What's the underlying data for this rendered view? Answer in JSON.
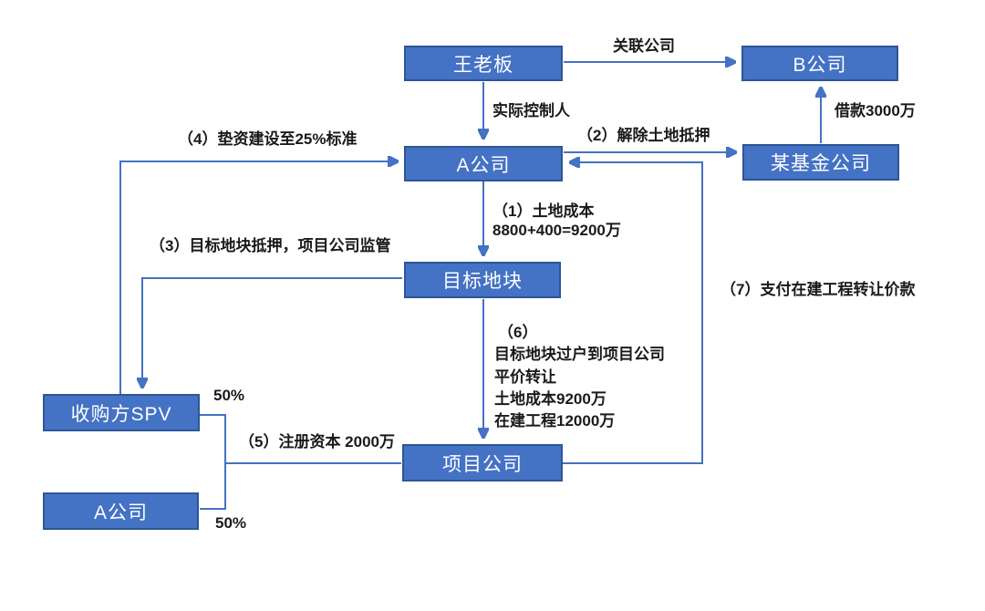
{
  "colors": {
    "node_fill": "#4472C4",
    "node_border": "#2E5597",
    "node_text": "#FFFFFF",
    "connector": "#4472C4",
    "label_text": "#1A1A1A"
  },
  "nodes": {
    "wang_boss": {
      "label": "王老板"
    },
    "company_b": {
      "label": "B公司"
    },
    "company_a": {
      "label": "A公司"
    },
    "fund_company": {
      "label": "某基金公司"
    },
    "target_land": {
      "label": "目标地块"
    },
    "acquirer_spv": {
      "label": "收购方SPV"
    },
    "company_a_bottom": {
      "label": "A公司"
    },
    "project_company": {
      "label": "项目公司"
    }
  },
  "edges": {
    "affiliate_company": {
      "label": "关联公司"
    },
    "actual_controller": {
      "label": "实际控制人"
    },
    "loan_3000": {
      "label": "借款3000万"
    },
    "step1_land_cost": {
      "line1": "（1）土地成本",
      "line2": "8800+400=9200万"
    },
    "step2_release_mortgage": {
      "label": "（2）解除土地抵押"
    },
    "step3_mortgage_supervision": {
      "label": "（3）目标地块抵押，项目公司监管"
    },
    "step4_advance_construction": {
      "label": "（4）垫资建设至25%标准"
    },
    "step5_registered_capital": {
      "label": "（5）注册资本 2000万"
    },
    "step6_transfer": {
      "lines": [
        "（6）",
        "目标地块过户到项目公司",
        "平价转让",
        "土地成本9200万",
        "在建工程12000万"
      ]
    },
    "step7_payment": {
      "label": "（7）支付在建工程转让价款"
    },
    "equity_top": {
      "label": "50%"
    },
    "equity_bottom": {
      "label": "50%"
    }
  }
}
